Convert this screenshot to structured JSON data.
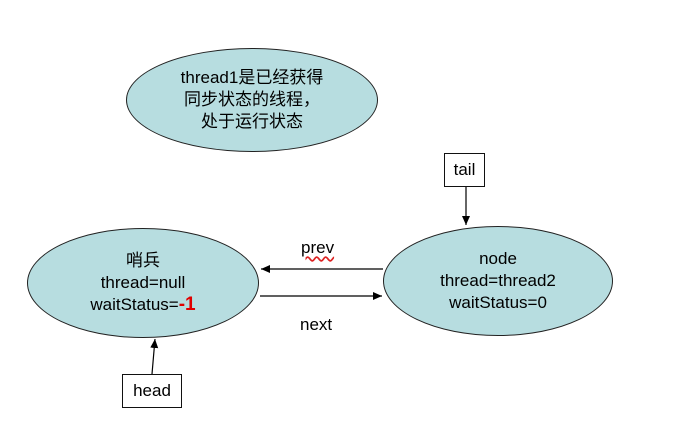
{
  "top_note": {
    "line1": "thread1是已经获得",
    "line2": "同步状态的线程，",
    "line3": "处于运行状态"
  },
  "sentinel_node": {
    "title": "哨兵",
    "thread": "thread=null",
    "wait_status_prefix": "waitStatus=",
    "wait_status_value": "-1"
  },
  "node": {
    "title": "node",
    "thread": "thread=thread2",
    "wait_status": "waitStatus=0"
  },
  "labels": {
    "prev": "prev",
    "next": "next",
    "head": "head",
    "tail": "tail"
  },
  "colors": {
    "ellipse_fill": "#b7dde0",
    "highlight": "#e00000"
  }
}
